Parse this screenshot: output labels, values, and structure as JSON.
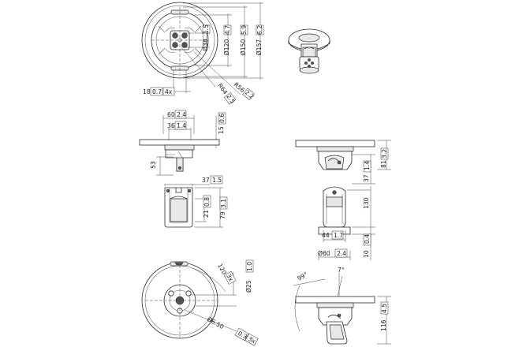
{
  "views": {
    "top_view": {
      "dims": {
        "d38": "Ø38",
        "d38_in": "1.5",
        "d120": "Ø120",
        "d120_in": "4.7",
        "d150": "Ø150",
        "d150_in": "5.9",
        "d157": "Ø157",
        "d157_in": "6.2",
        "w18": "18",
        "w18_in": "0.7",
        "w18_qty": "4x",
        "r64": "R64",
        "r64_in": "2.5",
        "r56": "R56",
        "r56_in": "2.2"
      }
    },
    "front_view": {
      "dims": {
        "w60": "60",
        "w60_in": "2.4",
        "w36": "36",
        "w36_in": "1.4",
        "h15": "15",
        "h15_in": "0.6",
        "h53": "53",
        "w37": "37",
        "w37_in": "1.5",
        "h21": "21",
        "h21_in": "0.8",
        "h79": "79",
        "h79_in": "3.1"
      }
    },
    "side_view": {
      "dims": {
        "h81": "81",
        "h81_in": "3.2",
        "h37": "37",
        "h37_in": "1.4",
        "h130": "130",
        "w44": "44",
        "w44_in": "1.7",
        "d60": "Ø60",
        "d60_in": "2.4",
        "h10": "10",
        "h10_in": "0.4"
      }
    },
    "bottom_view": {
      "dims": {
        "a120": "120°",
        "a120_qty": "3x",
        "d25": "Ø25",
        "d25_in": "1.0",
        "d650": "Ø6.50",
        "d650_in": "0.3",
        "d650_qty": "3x"
      }
    },
    "tilt_view": {
      "dims": {
        "a99": "99°",
        "a7": "7°",
        "h116": "116",
        "h116_in": "4.5"
      }
    }
  },
  "colors": {
    "line": "#2a2a2a",
    "shade": "#e9e9e9",
    "background": "#ffffff"
  }
}
